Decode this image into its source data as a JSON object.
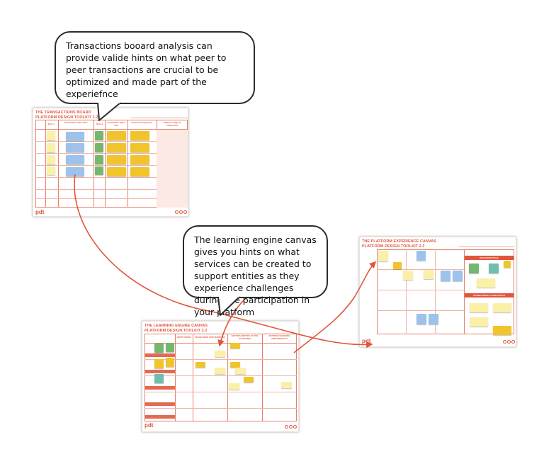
{
  "callouts": {
    "transactions": "Transactions booard analysis can provide valide hints on what peer to peer transactions are crucial to be optimized and made part of the experiefnce",
    "learning": "The learning engine canvas gives you hints on what services can be created to support entities as they experience challenges during the participation in your platform"
  },
  "canvases": {
    "transactions": {
      "title": "THE TRANSACTIONS BOARD\nPLATFORM DESIGN TOOLKIT 2.2",
      "columns": [
        "Role 1",
        "Transaction Value Flow",
        "Role 2",
        "Transaction Value Out",
        "Channel Component",
        "Platform Support Component"
      ]
    },
    "learning": {
      "title": "THE LEARNING ENGINE CANVAS\nPLATFORM DESIGN TOOLKIT 2.2",
      "columns": [
        "ENTRY MODE",
        "INCREASING PARTICIPATION",
        "GETTING BETTER AS THE PLATFORM",
        "EXITING/CHANGING ADDITIONALITY"
      ]
    },
    "experience": {
      "title": "THE PLATFORM EXPERIENCE CANVAS\nPLATFORM DESIGN TOOLKIT 2.2",
      "side_headers": [
        "ENHANCED ROLE",
        "GAINED MODEL CONSTRUCTS"
      ]
    }
  },
  "colors": {
    "accent": "#e0553c",
    "sticky_yellow": "#f2c42b",
    "sticky_light_yellow": "#fbf0a8",
    "sticky_blue": "#9dc2ec",
    "sticky_green": "#74b76e",
    "sticky_teal": "#6fbfb1",
    "connector": "#e0553c"
  },
  "logo_text": "pdt"
}
